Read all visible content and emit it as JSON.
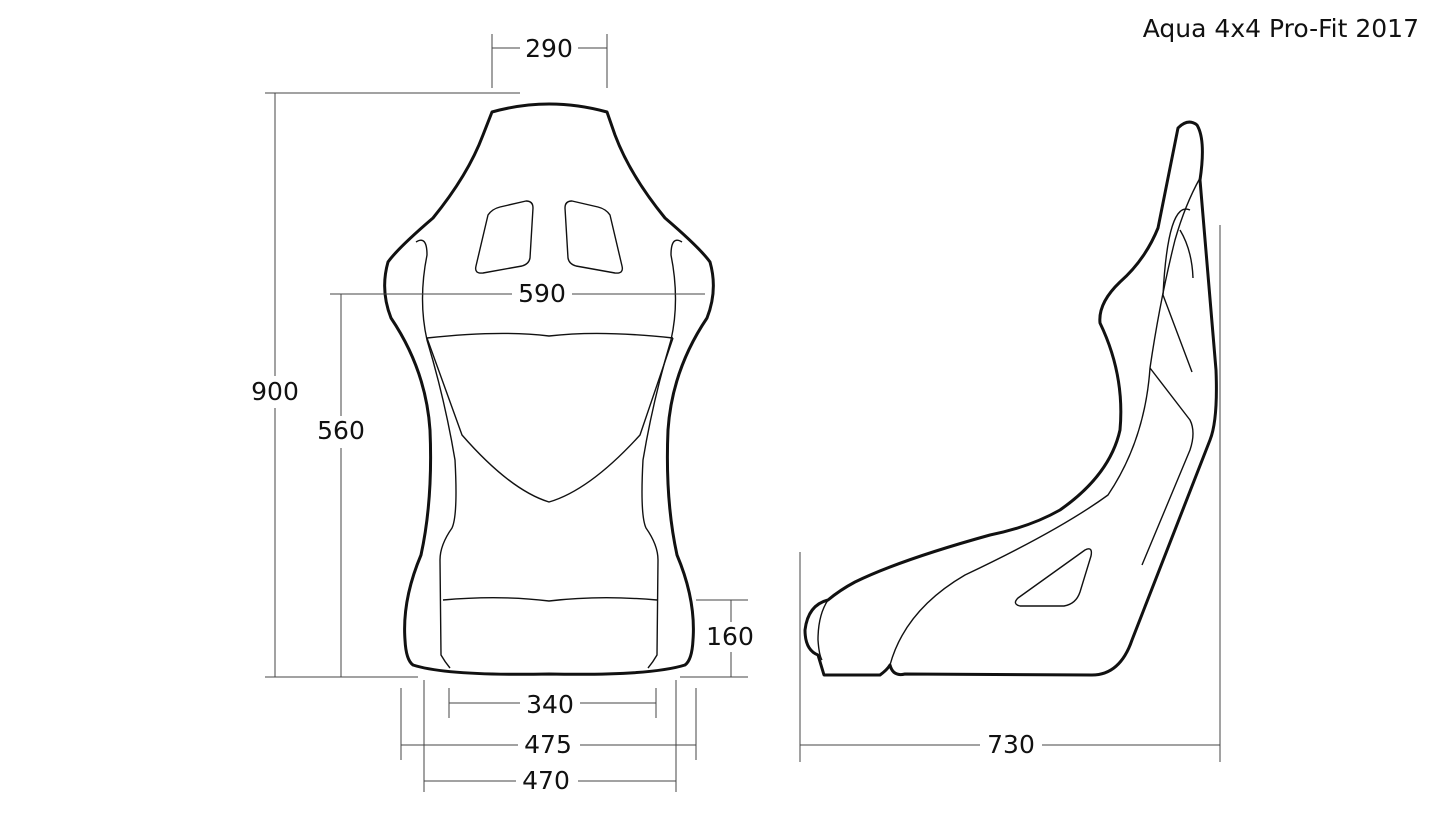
{
  "title": "Aqua 4x4 Pro-Fit 2017",
  "dimensions": {
    "head_width": "290",
    "shoulder_width": "590",
    "total_height": "900",
    "shoulder_height": "560",
    "side_bolster_height": "160",
    "seat_inner_width": "340",
    "base_width": "475",
    "outer_width": "470",
    "depth": "730"
  }
}
